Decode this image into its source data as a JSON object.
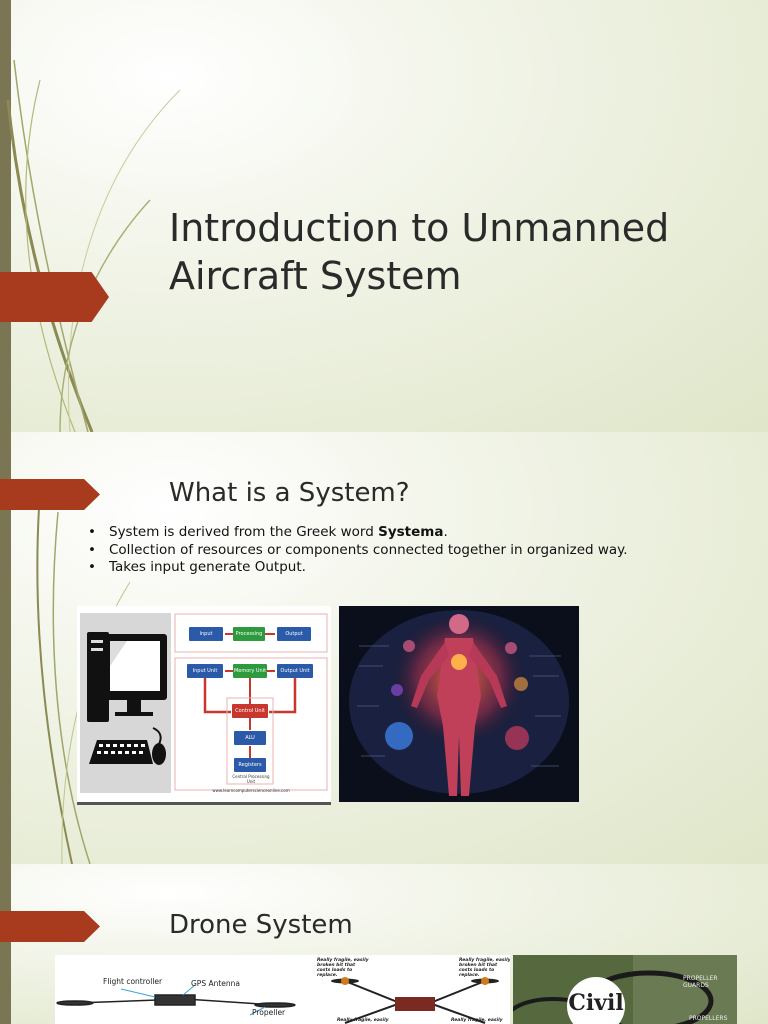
{
  "slides": [
    {
      "title": "Introduction to Unmanned Aircraft System"
    },
    {
      "title": "What is a System?",
      "bullets": [
        {
          "text": "System is derived from the Greek word ",
          "bold": "Systema",
          "tail": "."
        },
        {
          "text": "Collection of resources or components connected together in organized way.",
          "bold": "",
          "tail": ""
        },
        {
          "text": "Takes input generate Output.",
          "bold": "",
          "tail": ""
        }
      ],
      "bullet_symbol": "•",
      "computer_diagram": {
        "row1": [
          "Input",
          "Processing",
          "Output"
        ],
        "row2": [
          "Input Unit",
          "Memory Unit",
          "Output Unit"
        ],
        "cpu": [
          "Control Unit",
          "ALU",
          "Registers"
        ],
        "cpu_caption": "Central Processing Unit",
        "footer": "www.learncomputerscienceonline.com"
      }
    },
    {
      "title": "Drone System",
      "drone_labels": [
        "Flight controller",
        "GPS Antenna",
        "Propeller"
      ],
      "fragile_notes": [
        "Really fragile, easily broken bit that costs loads to replace.",
        "Really fragile, easily broken bit that costs loads to replace."
      ],
      "bottom_notes": [
        "Really fragile, easily",
        "Really fragile, easily"
      ],
      "photo_logo": "Civil",
      "photo_tags": [
        "PROPELLER GUARDS",
        "PROPELLERS"
      ]
    }
  ],
  "colors": {
    "accent": "#a83a1e",
    "edge": "#7a7552",
    "background": "#e4eacf"
  }
}
